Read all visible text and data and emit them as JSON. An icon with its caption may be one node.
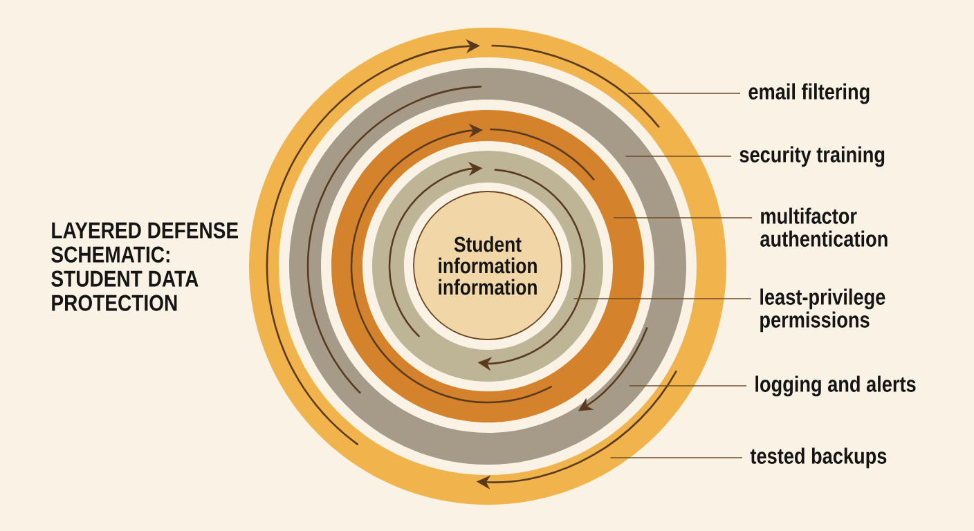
{
  "diagram": {
    "title": "LAYERED DEFENSE SCHEMATIC: STUDENT DATA PROTECTION",
    "nodes": [
      {
        "text": [],
        "shape": "ring"
      },
      {
        "text": [],
        "shape": "ring",
        "in": 0
      },
      {
        "text": [],
        "shape": "ring",
        "in": 1
      },
      {
        "text": [],
        "shape": "ring",
        "in": 2
      },
      {
        "text": [
          "Student information information"
        ],
        "in": 3
      },
      {
        "text": [
          "email filtering"
        ]
      },
      {
        "text": [
          "security training"
        ]
      },
      {
        "text": [
          "multifactor authentication"
        ]
      },
      {
        "text": [
          "least-privilege permissions"
        ]
      },
      {
        "text": [
          "logging and alerts"
        ]
      },
      {
        "text": [
          "tested backups"
        ]
      }
    ],
    "edges": [
      {
        "from": 5,
        "to": 0,
        "arrow": "none"
      },
      {
        "from": 6,
        "to": 1,
        "arrow": "none"
      },
      {
        "from": 7,
        "to": 2,
        "arrow": "none"
      },
      {
        "from": 8,
        "to": 3,
        "arrow": "none"
      },
      {
        "from": 9,
        "to": 1,
        "arrow": "none"
      },
      {
        "from": 10,
        "to": 0,
        "arrow": "none"
      }
    ]
  }
}
